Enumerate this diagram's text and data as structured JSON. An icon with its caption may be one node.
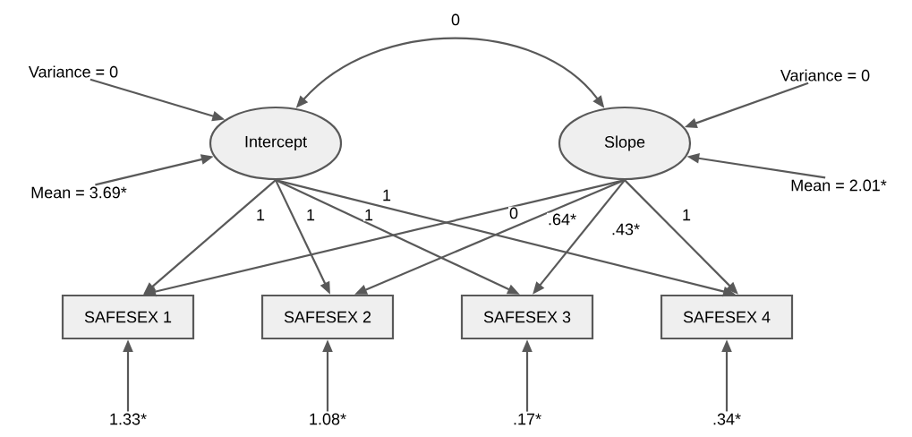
{
  "diagram": {
    "nodes": [
      {
        "text": [
          "Intercept"
        ]
      },
      {
        "text": [
          "Slope"
        ]
      },
      {
        "text": [
          "SAFESEX 1"
        ]
      },
      {
        "text": [
          "SAFESEX 2"
        ]
      },
      {
        "text": [
          "SAFESEX 3"
        ]
      },
      {
        "text": [
          "SAFESEX 4"
        ]
      },
      {
        "text": [
          "Variance = 0"
        ]
      },
      {
        "text": [
          "Mean = 3.69*"
        ]
      },
      {
        "text": [
          "Variance = 0"
        ]
      },
      {
        "text": [
          "Mean = 2.01*"
        ]
      },
      {
        "text": [
          "1.33*"
        ]
      },
      {
        "text": [
          "1.08*"
        ]
      },
      {
        "text": [
          ".17*"
        ]
      },
      {
        "text": [
          ".34*"
        ]
      }
    ],
    "edges": [
      {
        "from": 0,
        "to": 1,
        "arrow": "both",
        "label": "0"
      },
      {
        "from": 6,
        "to": 0,
        "arrow": "to"
      },
      {
        "from": 7,
        "to": 0,
        "arrow": "to"
      },
      {
        "from": 8,
        "to": 1,
        "arrow": "to"
      },
      {
        "from": 9,
        "to": 1,
        "arrow": "to"
      },
      {
        "from": 0,
        "to": 2,
        "arrow": "to",
        "label": "1"
      },
      {
        "from": 0,
        "to": 3,
        "arrow": "to",
        "label": "1"
      },
      {
        "from": 0,
        "to": 4,
        "arrow": "to",
        "label": "1"
      },
      {
        "from": 0,
        "to": 5,
        "arrow": "to",
        "label": "1"
      },
      {
        "from": 1,
        "to": 2,
        "arrow": "to",
        "label": "0"
      },
      {
        "from": 1,
        "to": 3,
        "arrow": "to",
        "label": ".64*"
      },
      {
        "from": 1,
        "to": 4,
        "arrow": "to",
        "label": ".43*"
      },
      {
        "from": 1,
        "to": 5,
        "arrow": "to",
        "label": "1"
      },
      {
        "from": 10,
        "to": 2,
        "arrow": "to"
      },
      {
        "from": 11,
        "to": 3,
        "arrow": "to"
      },
      {
        "from": 12,
        "to": 4,
        "arrow": "to"
      },
      {
        "from": 13,
        "to": 5,
        "arrow": "to"
      }
    ]
  }
}
